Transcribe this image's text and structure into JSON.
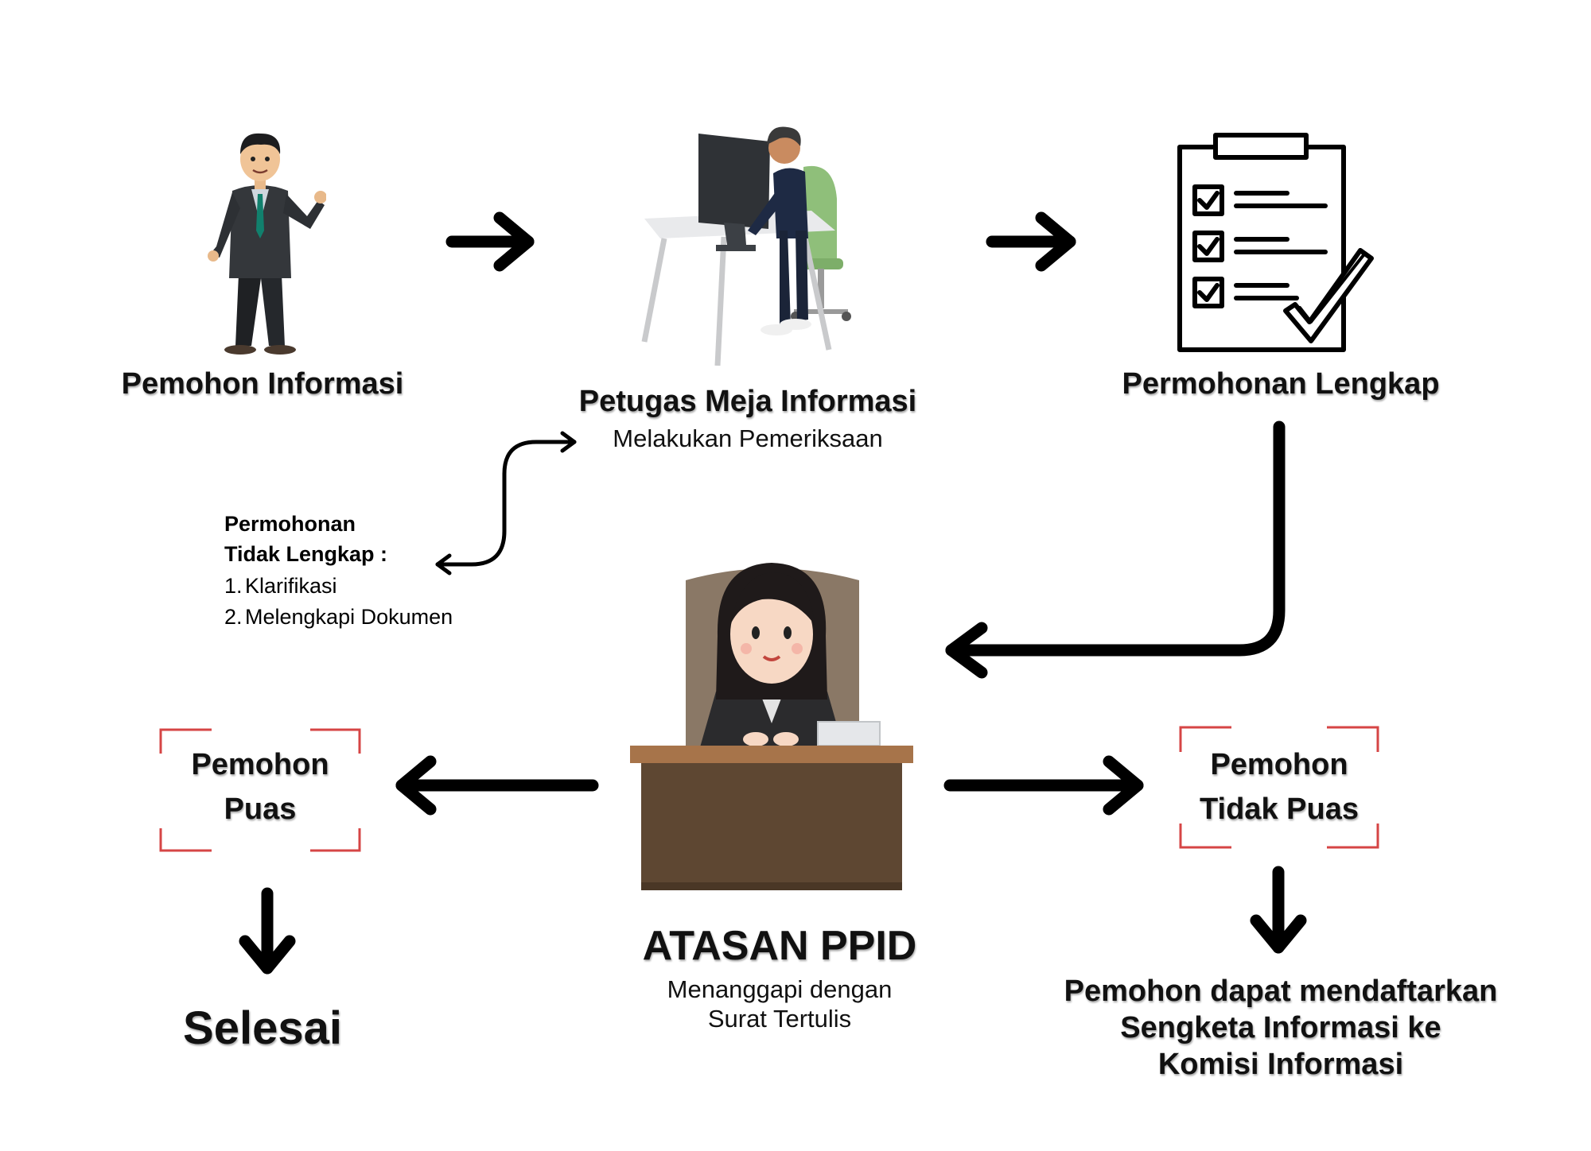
{
  "nodes": {
    "pemohon_informasi": "Pemohon Informasi",
    "petugas": {
      "title": "Petugas Meja Informasi",
      "subtitle": "Melakukan Pemeriksaan"
    },
    "permohonan_lengkap": "Permohonan Lengkap",
    "tidak_lengkap": {
      "title_line1": "Permohonan",
      "title_line2": "Tidak Lengkap :",
      "items": [
        {
          "num": "1.",
          "text": "Klarifikasi"
        },
        {
          "num": "2.",
          "text": "Melengkapi Dokumen"
        }
      ]
    },
    "atasan": {
      "title": "ATASAN PPID",
      "subtitle_line1": "Menanggapi dengan",
      "subtitle_line2": "Surat Tertulis"
    },
    "puas": {
      "line1": "Pemohon",
      "line2": "Puas"
    },
    "tidak_puas": {
      "line1": "Pemohon",
      "line2": "Tidak Puas"
    },
    "selesai": "Selesai",
    "sengketa": {
      "line1": "Pemohon dapat mendaftarkan",
      "line2": "Sengketa Informasi ke",
      "line3": "Komisi Informasi"
    }
  },
  "colors": {
    "arrow": "#000000",
    "frame_corner": "#d64545",
    "text": "#111111"
  }
}
